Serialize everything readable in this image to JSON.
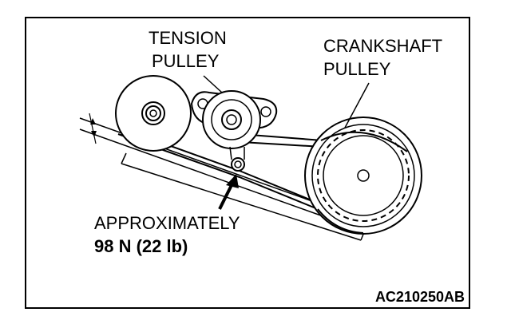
{
  "labels": {
    "tension_pulley": [
      "TENSION",
      "PULLEY"
    ],
    "crankshaft_pulley": [
      "CRANKSHAFT",
      "PULLEY"
    ],
    "deflection": {
      "line1": "APPROXIMATELY",
      "line2": "98 N (22 lb)"
    },
    "figure_code": "AC210250AB"
  },
  "colors": {
    "ink": "#000000",
    "paper": "#ffffff"
  }
}
